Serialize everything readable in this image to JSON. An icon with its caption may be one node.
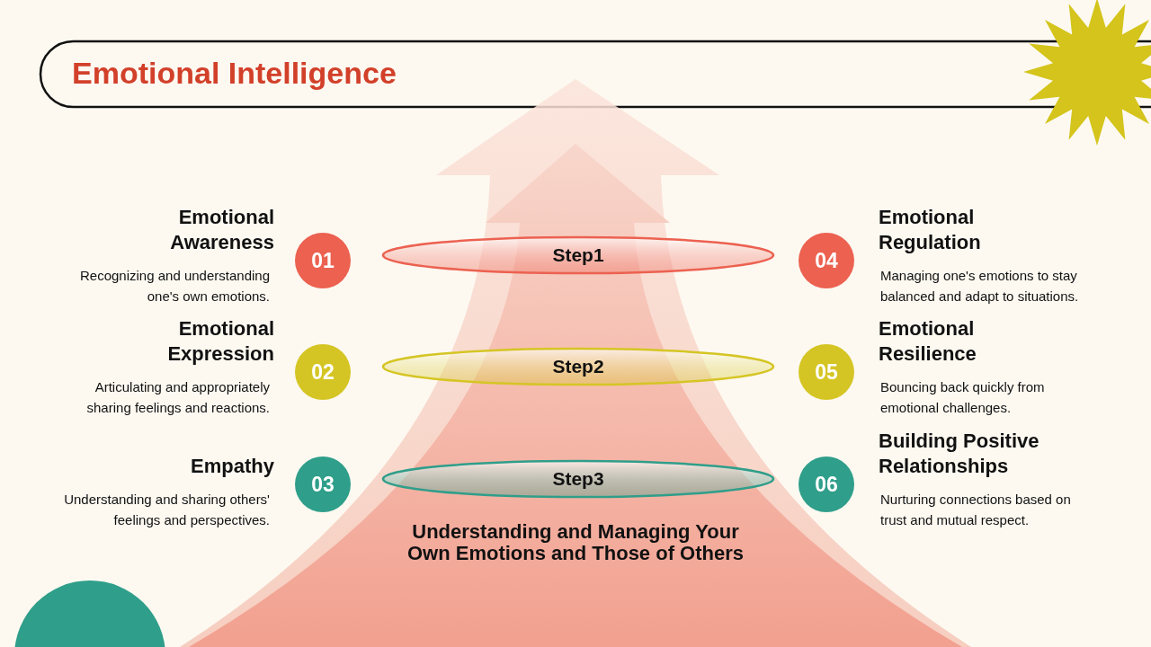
{
  "diagram": {
    "title": "Emotional Intelligence",
    "nodes": [
      {
        "text": [
          "01"
        ],
        "beside": [
          "Emotional Awareness",
          "Recognizing and understanding one's own emotions."
        ]
      },
      {
        "text": [
          "Step1"
        ]
      },
      {
        "text": [
          "04"
        ],
        "beside": [
          "Emotional Regulation",
          "Managing one's emotions to stay balanced and adapt to situations."
        ]
      },
      {
        "text": [
          "02"
        ],
        "beside": [
          "Emotional Expression",
          "Articulating and appropriately sharing feelings and reactions."
        ]
      },
      {
        "text": [
          "Step2"
        ]
      },
      {
        "text": [
          "05"
        ],
        "beside": [
          "Emotional Resilience",
          "Bouncing back quickly from emotional challenges."
        ]
      },
      {
        "text": [
          "03"
        ],
        "beside": [
          "Empathy",
          "Understanding and sharing others' feelings and perspectives."
        ]
      },
      {
        "text": [
          "Step3"
        ]
      },
      {
        "text": [
          "06"
        ],
        "beside": [
          "Building Positive Relationships",
          "Nurturing connections based on trust and mutual respect."
        ]
      },
      {
        "text": [
          "Understanding and Managing Your Own Emotions and Those of Others"
        ]
      }
    ]
  }
}
